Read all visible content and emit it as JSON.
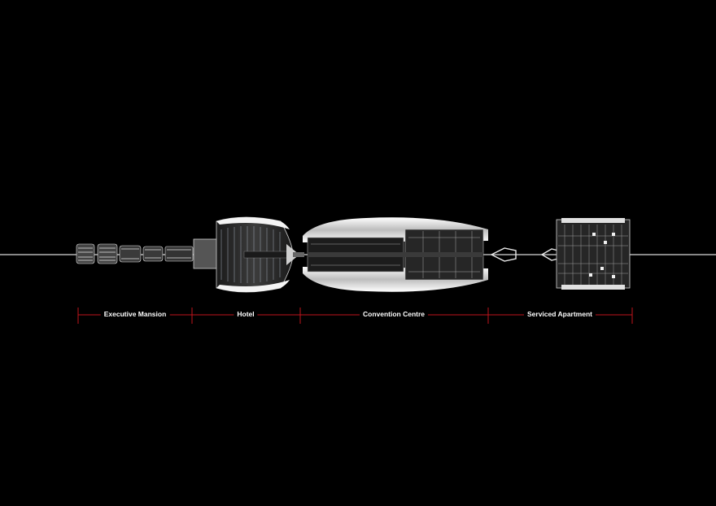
{
  "colors": {
    "background": "#000000",
    "axis_line": "#d8d8d8",
    "divider": "#c0141c",
    "building_light": "#f2f2f2",
    "building_dark": "#2a2a2a",
    "label": "#ffffff"
  },
  "zones": [
    {
      "id": "executive-mansion",
      "label": "Executive Mansion"
    },
    {
      "id": "hotel",
      "label": "Hotel"
    },
    {
      "id": "convention-centre",
      "label": "Convention Centre"
    },
    {
      "id": "serviced-apartment",
      "label": "Serviced Apartment"
    }
  ]
}
